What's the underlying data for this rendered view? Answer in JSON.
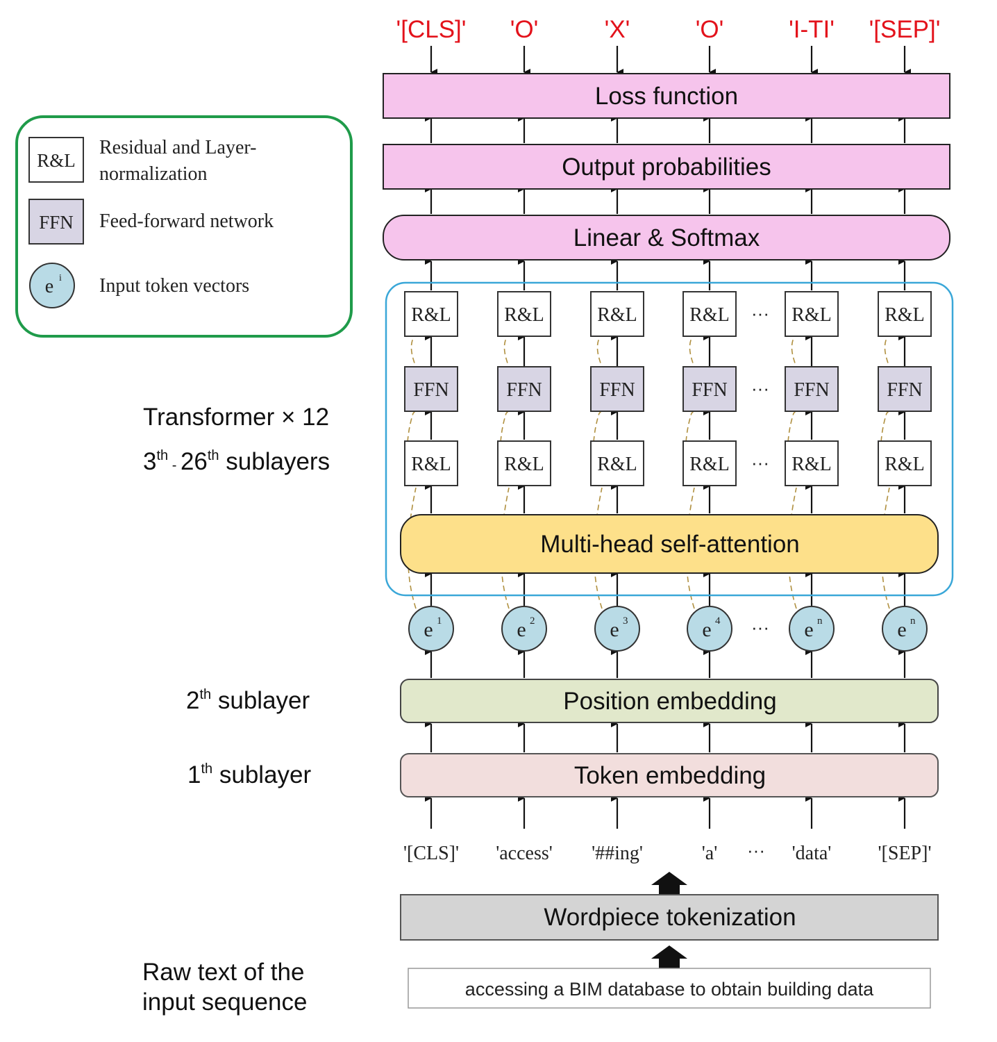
{
  "output_labels": [
    "'[CLS]'",
    "'O'",
    "'X'",
    "'O'",
    "'I-TI'",
    "'[SEP]'"
  ],
  "boxes": {
    "loss": "Loss function",
    "output_prob": "Output probabilities",
    "linear_softmax": "Linear & Softmax",
    "mhsa": "Multi-head self-attention",
    "position": "Position embedding",
    "token": "Token embedding",
    "wordpiece": "Wordpiece tokenization",
    "raw_text": "accessing a BIM database to obtain building data"
  },
  "legend": {
    "rl_symbol": "R&L",
    "rl_desc_line1": "Residual and Layer-",
    "rl_desc_line2": "normalization",
    "ffn_symbol": "FFN",
    "ffn_desc": "Feed-forward network",
    "e_symbol_base": "e",
    "e_symbol_sup": "i",
    "e_desc": "Input token vectors"
  },
  "left_labels": {
    "transformer": "Transformer × 12",
    "sublayers_a": "3",
    "sublayers_a_sup": "th",
    "sublayers_mid": " - ",
    "sublayers_b": "26",
    "sublayers_b_sup": "th",
    "sublayers_rest": " sublayers",
    "second_num": "2",
    "second_sup": "th",
    "second_rest": " sublayer",
    "first_num": "1",
    "first_sup": "th",
    "first_rest": " sublayer",
    "raw_line1": "Raw text of the",
    "raw_line2": "input sequence"
  },
  "blocks": {
    "rl": "R&L",
    "ffn": "FFN",
    "ellipsis": "···"
  },
  "embeddings": [
    {
      "base": "e",
      "sup": "1"
    },
    {
      "base": "e",
      "sup": "2"
    },
    {
      "base": "e",
      "sup": "3"
    },
    {
      "base": "e",
      "sup": "4"
    },
    {
      "base": "e",
      "sup": "n"
    },
    {
      "base": "e",
      "sup": "n"
    }
  ],
  "input_tokens": [
    "'[CLS]'",
    "'access'",
    "'##ing'",
    "'a'",
    "'data'",
    "'[SEP]'"
  ],
  "colors": {
    "pink": "#f6c4ec",
    "lavender": "#d8d5e4",
    "yellow": "#fde08a",
    "green": "#e1e8cb",
    "token_pink": "#f2dedd",
    "gray": "#d4d4d4",
    "circle": "#b9dbe6",
    "output_label": "#e3121b",
    "legend_border": "#1f9b4a",
    "transformer_border": "#3aa7d8",
    "residual": "#b09040"
  }
}
